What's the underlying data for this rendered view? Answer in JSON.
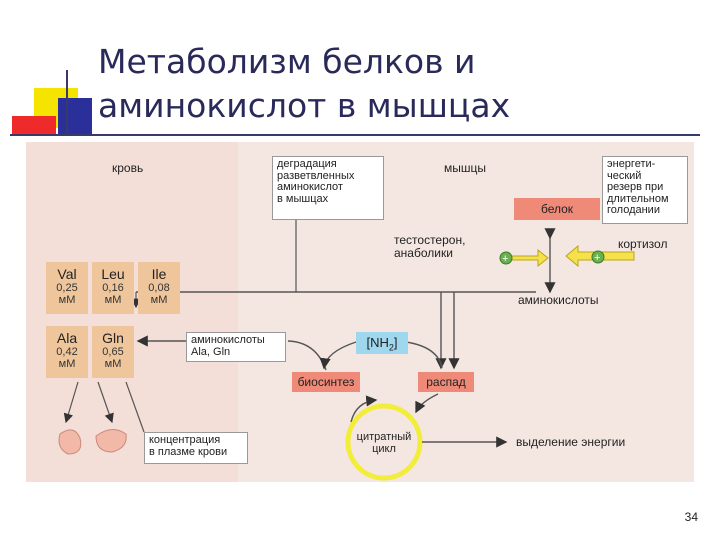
{
  "slide": {
    "title_line1": "Метаболизм белков и",
    "title_line2": "аминокислот в мышцах",
    "page_number": "34"
  },
  "diagram": {
    "blood_label": "кровь",
    "muscle_label": "мышцы",
    "degradation_note": [
      "деградация",
      "разветвленных",
      "аминокислот",
      "в мышцах"
    ],
    "energy_reserve_note": [
      "энергети-",
      "ческий",
      "резерв при",
      "длительном",
      "голодании"
    ],
    "protein_box": "белок",
    "testosterone_label": [
      "тестостерон,",
      "анаболики"
    ],
    "cortisol_label": "кортизол",
    "amino_acids_label": "аминокислоты",
    "amino_release_note": [
      "аминокислоты",
      "Ala, Gln"
    ],
    "nh2_label": "[NH",
    "nh2_sub": "2",
    "nh2_close": "]",
    "biosynthesis_box": "биосинтез",
    "breakdown_box": "распад",
    "citrate_cycle": [
      "цитратный",
      "цикл"
    ],
    "energy_release": "выделение энергии",
    "plasma_note": [
      "концентрация",
      "в плазме крови"
    ],
    "plus_symbol": "+",
    "amino_acids": [
      {
        "name": "Val",
        "value": "0,25",
        "unit": "мМ"
      },
      {
        "name": "Leu",
        "value": "0,16",
        "unit": "мМ"
      },
      {
        "name": "Ile",
        "value": "0,08",
        "unit": "мМ"
      },
      {
        "name": "Ala",
        "value": "0,42",
        "unit": "мМ"
      },
      {
        "name": "Gln",
        "value": "0,65",
        "unit": "мМ"
      }
    ],
    "colors": {
      "blood_bg": "#f3dfd8",
      "muscle_bg": "#f4e7e1",
      "aa_box": "#efc69c",
      "pink_box": "#f08a78",
      "nh2_box": "#9fd7ee",
      "cycle_ring": "#f2ec3a",
      "arrow_yellow": "#f5e24a",
      "plus_green": "#6ab04c"
    }
  }
}
